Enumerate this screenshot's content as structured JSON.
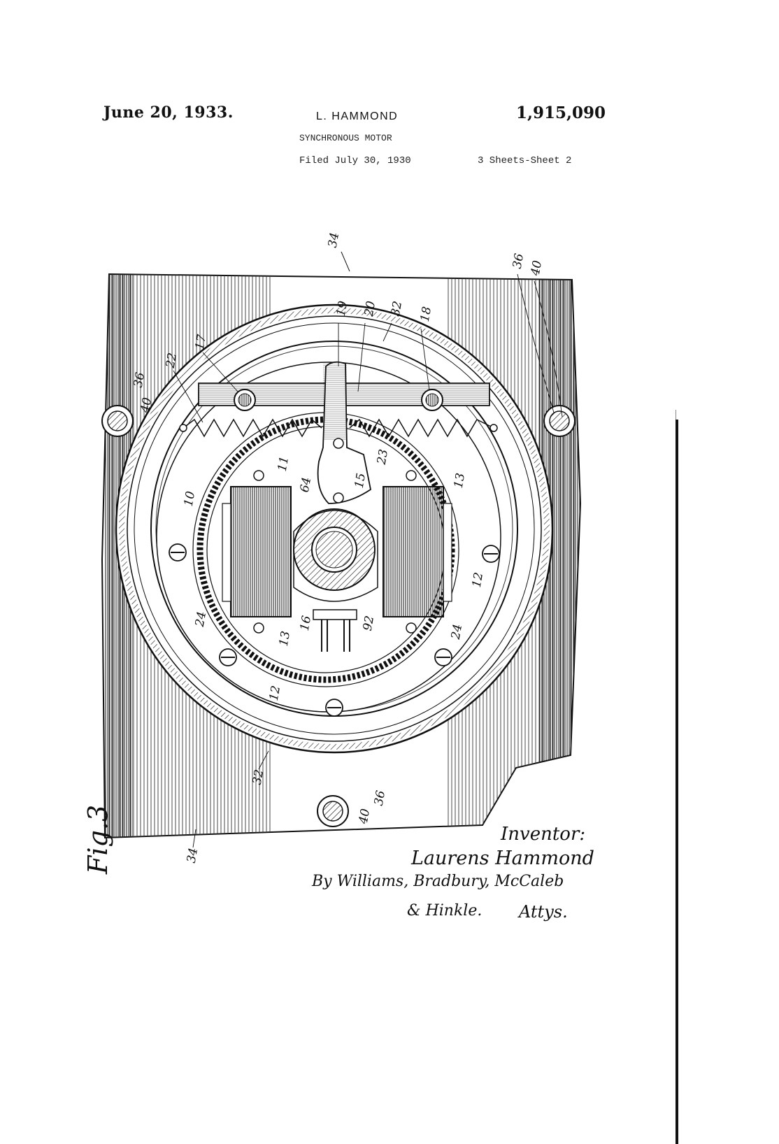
{
  "header": {
    "date": "June 20, 1933.",
    "inventor": "L. HAMMOND",
    "patent_number": "1,915,090",
    "title": "SYNCHRONOUS MOTOR",
    "filed": "Filed July 30, 1930",
    "sheets": "3 Sheets-Sheet 2"
  },
  "figure": {
    "label": "Fig.3",
    "reference_numerals": [
      "34",
      "36",
      "40",
      "19",
      "20",
      "32",
      "18",
      "17",
      "22",
      "36",
      "40",
      "11",
      "64",
      "15",
      "23",
      "13",
      "10",
      "12",
      "24",
      "16",
      "92",
      "24",
      "13",
      "12",
      "32",
      "40",
      "36",
      "34"
    ]
  },
  "signature": {
    "inventor_label": "Inventor:",
    "inventor_name": "Laurens Hammond",
    "attorneys_line1": "By Williams, Bradbury, McCaleb",
    "attorneys_line2": "& Hinkle.",
    "attorneys_suffix": "Attys."
  }
}
